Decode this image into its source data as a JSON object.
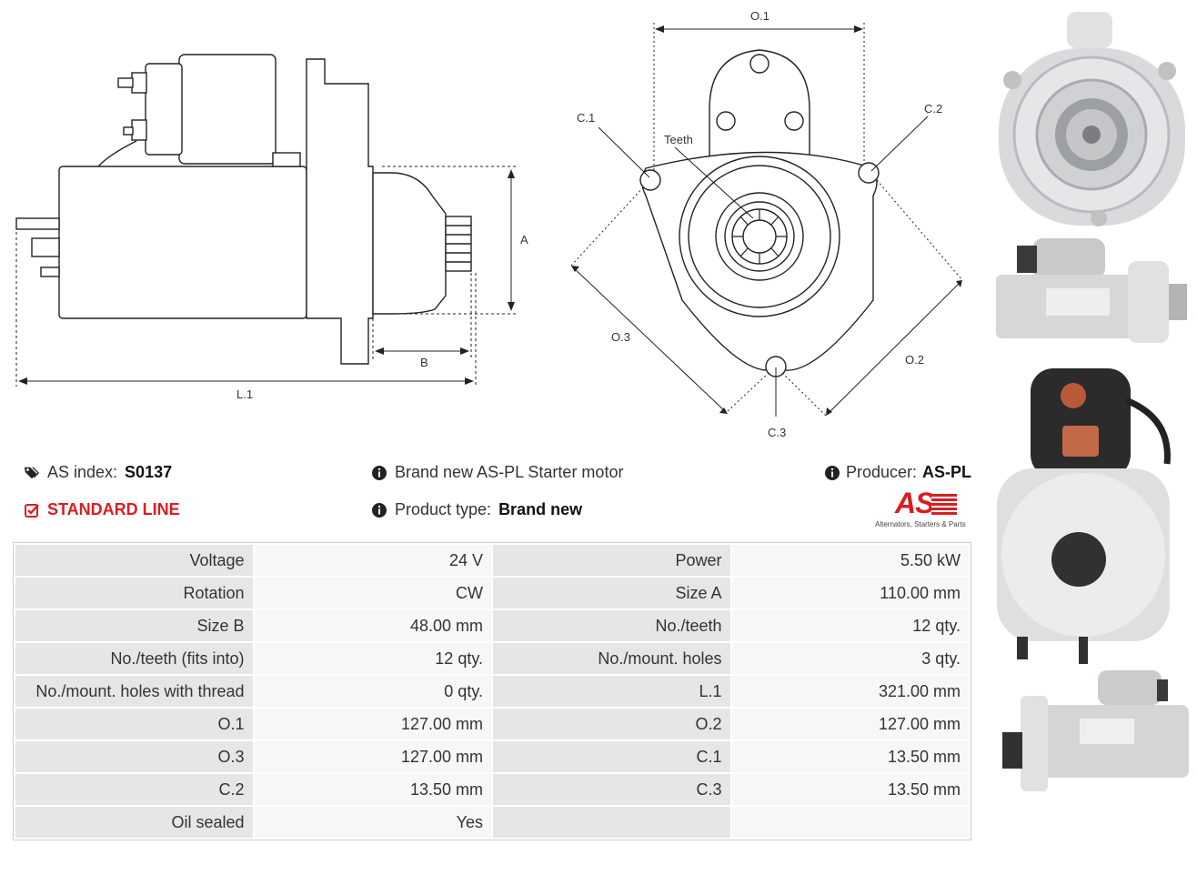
{
  "drawing": {
    "side_view": {
      "dim_A": "A",
      "dim_B": "B",
      "dim_L1": "L.1"
    },
    "front_view": {
      "dim_O1": "O.1",
      "dim_O2": "O.2",
      "dim_O3": "O.3",
      "dim_C1": "C.1",
      "dim_C2": "C.2",
      "dim_C3": "C.3",
      "teeth_label": "Teeth"
    }
  },
  "header": {
    "as_index_label": "AS index:",
    "as_index_value": "S0137",
    "standard_line": "STANDARD LINE",
    "description": "Brand new AS-PL Starter motor",
    "product_type_label": "Product type:",
    "product_type_value": "Brand new",
    "producer_label": "Producer:",
    "producer_value": "AS-PL",
    "logo_mark": "AS",
    "logo_tagline": "Alternators, Starters & Parts"
  },
  "specs": [
    [
      "Voltage",
      "24 V",
      "Power",
      "5.50 kW"
    ],
    [
      "Rotation",
      "CW",
      "Size A",
      "110.00 mm"
    ],
    [
      "Size B",
      "48.00 mm",
      "No./teeth",
      "12 qty."
    ],
    [
      "No./teeth (fits into)",
      "12 qty.",
      "No./mount. holes",
      "3 qty."
    ],
    [
      "No./mount. holes with thread",
      "0 qty.",
      "L.1",
      "321.00 mm"
    ],
    [
      "O.1",
      "127.00 mm",
      "O.2",
      "127.00 mm"
    ],
    [
      "O.3",
      "127.00 mm",
      "C.1",
      "13.50 mm"
    ],
    [
      "C.2",
      "13.50 mm",
      "C.3",
      "13.50 mm"
    ],
    [
      "Oil sealed",
      "Yes",
      "",
      ""
    ]
  ],
  "colors": {
    "accent": "#d81e23",
    "label_bg": "#e6e6e6",
    "value_bg": "#f7f7f7"
  },
  "icons": {
    "tag": "tags-icon",
    "check": "checkbox-icon",
    "info": "info-circle-icon"
  }
}
